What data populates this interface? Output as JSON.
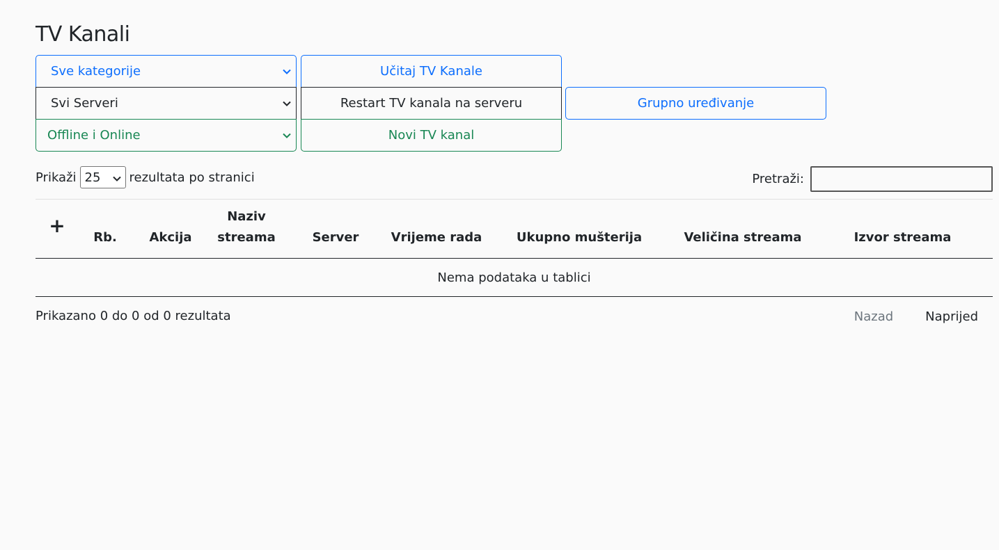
{
  "page": {
    "title": "TV Kanali"
  },
  "filters": {
    "category_select": "Sve kategorije",
    "server_select": "Svi Serveri",
    "status_select": "Offline i Online"
  },
  "actions": {
    "load_channels": "Učitaj TV Kanale",
    "restart_channels": "Restart TV kanala na serveru",
    "new_channel": "Novi TV kanal",
    "bulk_edit": "Grupno uređivanje"
  },
  "length": {
    "prefix": "Prikaži",
    "value": "25",
    "suffix": "rezultata po stranici"
  },
  "search": {
    "label": "Pretraži:",
    "value": ""
  },
  "table": {
    "columns": [
      "+",
      "Rb.",
      "Akcija",
      "Naziv streama",
      "Server",
      "Vrijeme rada",
      "Ukupno mušterija",
      "Veličina streama",
      "Izvor streama"
    ],
    "empty_message": "Nema podataka u tablici"
  },
  "footer": {
    "info": "Prikazano 0 do 0 od 0 rezultata",
    "prev": "Nazad",
    "next": "Naprijed"
  },
  "colors": {
    "primary": "#0d6efd",
    "dark": "#212529",
    "success": "#198754",
    "muted": "#6c757d"
  }
}
